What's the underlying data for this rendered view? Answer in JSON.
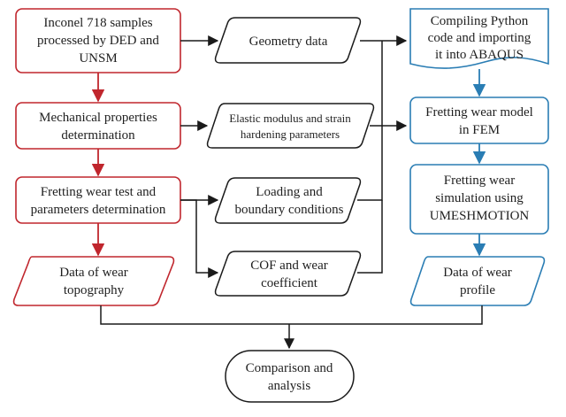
{
  "colors": {
    "red": "#c0262d",
    "blue": "#2a7db4",
    "black": "#1a1a1a",
    "text": "#1f1f1f"
  },
  "nodes": {
    "samples": [
      "Inconel 718 samples",
      "processed by DED and",
      "UNSM"
    ],
    "mech_props": [
      "Mechanical properties",
      "determination"
    ],
    "fretting_test": [
      "Fretting wear test and",
      "parameters determination"
    ],
    "wear_topo": [
      "Data of wear",
      "topography"
    ],
    "geometry": [
      "Geometry data"
    ],
    "elastic": [
      "Elastic modulus and strain",
      "hardening parameters"
    ],
    "loading": [
      "Loading and",
      "boundary conditions"
    ],
    "cof": [
      "COF and wear",
      "coefficient"
    ],
    "python": [
      "Compiling Python",
      "code and importing",
      "it into ABAQUS"
    ],
    "fem_model": [
      "Fretting wear model",
      "in FEM"
    ],
    "simulation": [
      "Fretting wear",
      "simulation using",
      "UMESHMOTION"
    ],
    "wear_profile": [
      "Data of wear",
      "profile"
    ],
    "comparison": [
      "Comparison and",
      "analysis"
    ]
  }
}
